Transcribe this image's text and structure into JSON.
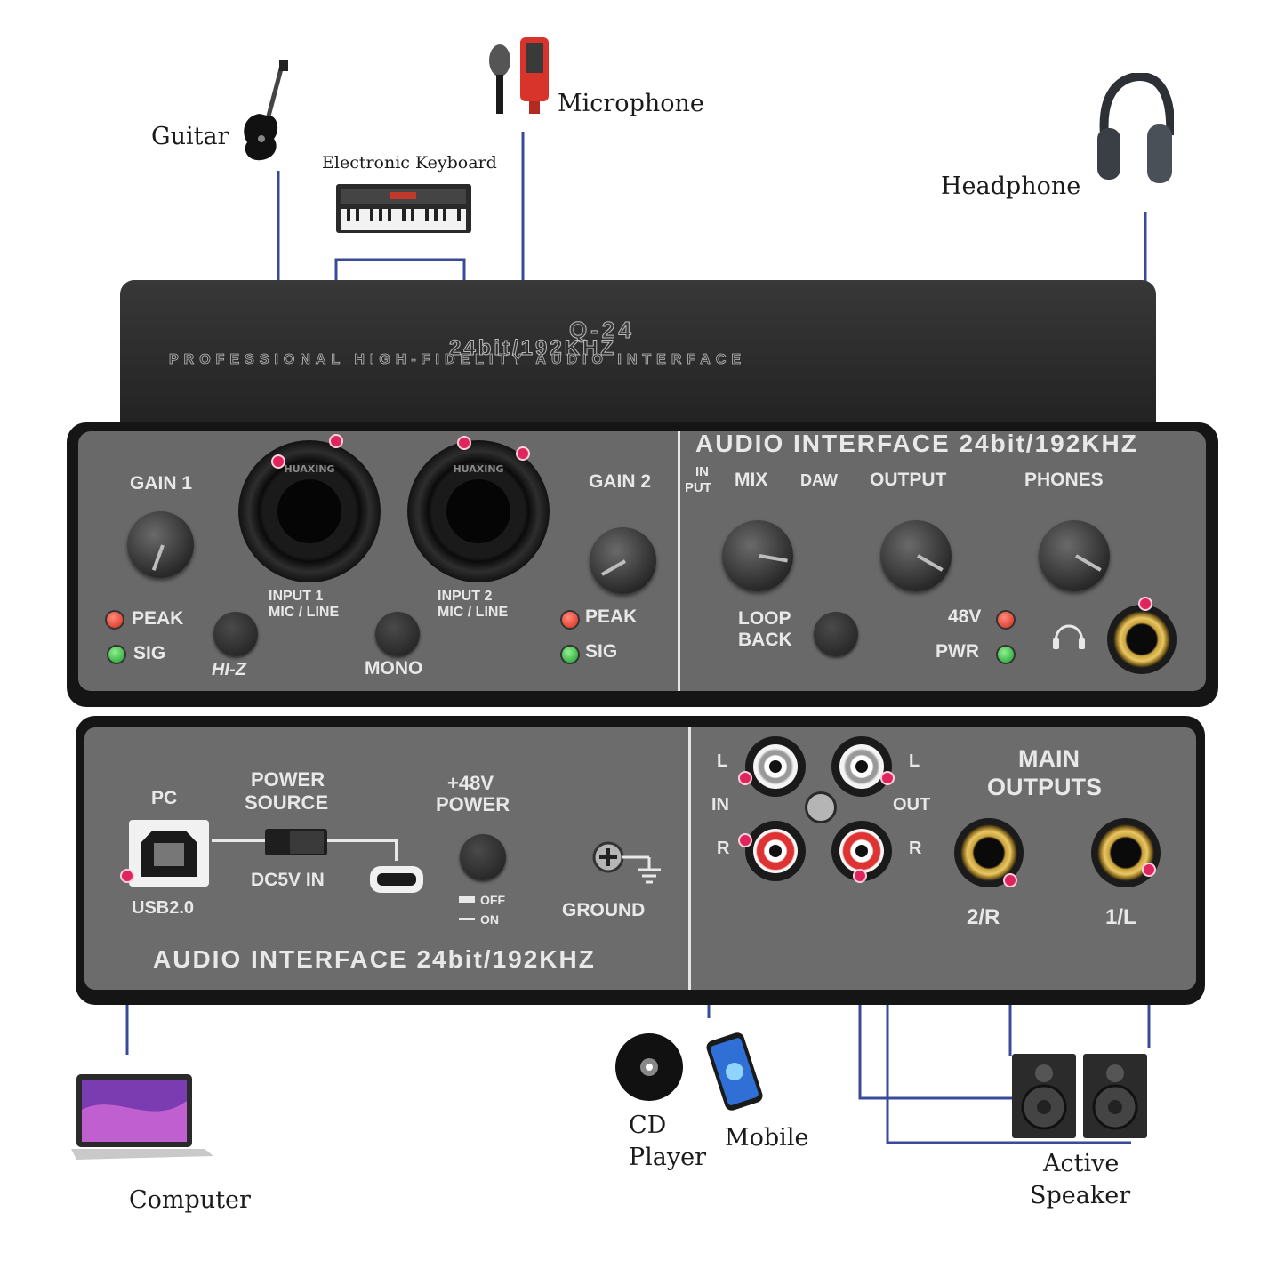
{
  "colors": {
    "wire": "#3a4a9a",
    "dot": "#e0245e",
    "led_red": "#d62a1a",
    "led_green": "#1d9a2e",
    "gold": "#c9a23c"
  },
  "labels": {
    "guitar": "Guitar",
    "electronic_keyboard": "Electronic Keyboard",
    "microphone": "Microphone",
    "headphone": "Headphone",
    "computer": "Computer",
    "cd_player_line1": "CD",
    "cd_player_line2": "Player",
    "mobile": "Mobile",
    "active_speaker_line1": "Active",
    "active_speaker_line2": "Speaker"
  },
  "device_top": {
    "model": "Q-24",
    "spec": "24bit/192KHZ",
    "tagline": "PROFESSIONAL HIGH-FIDELITY AUDIO INTERFACE"
  },
  "front": {
    "right_title": "AUDIO INTERFACE 24bit/192KHZ",
    "gain1": "GAIN 1",
    "gain2": "GAIN 2",
    "xlr_brand": "HUAXING",
    "input1_line1": "INPUT 1",
    "input1_line2": "MIC / LINE",
    "input2_line1": "INPUT 2",
    "input2_line2": "MIC / LINE",
    "peak": "PEAK",
    "sig": "SIG",
    "hiz": "HI-Z",
    "mono": "MONO",
    "mix_in": "IN",
    "mix_put": "PUT",
    "mix": "MIX",
    "mix_daw": "DAW",
    "output": "OUTPUT",
    "phones": "PHONES",
    "loop_line1": "LOOP",
    "loop_line2": "BACK",
    "v48": "48V",
    "pwr": "PWR"
  },
  "back": {
    "pc": "PC",
    "usb": "USB2.0",
    "power_source_line1": "POWER",
    "power_source_line2": "SOURCE",
    "dc5v": "DC5V IN",
    "phantom_line1": "+48V",
    "phantom_line2": "POWER",
    "off": "OFF",
    "on": "ON",
    "ground": "GROUND",
    "bottom_title": "AUDIO INTERFACE 24bit/192KHZ",
    "l_in": "L",
    "in": "IN",
    "r_in": "R",
    "l_out": "L",
    "out": "OUT",
    "r_out": "R",
    "main_line1": "MAIN",
    "main_line2": "OUTPUTS",
    "out_2r": "2/R",
    "out_1l": "1/L"
  },
  "icons": [
    "guitar-icon",
    "microphone-icon",
    "keyboard-icon",
    "headphone-icon",
    "laptop-icon",
    "cd-icon",
    "mobile-icon",
    "speaker-icon"
  ]
}
